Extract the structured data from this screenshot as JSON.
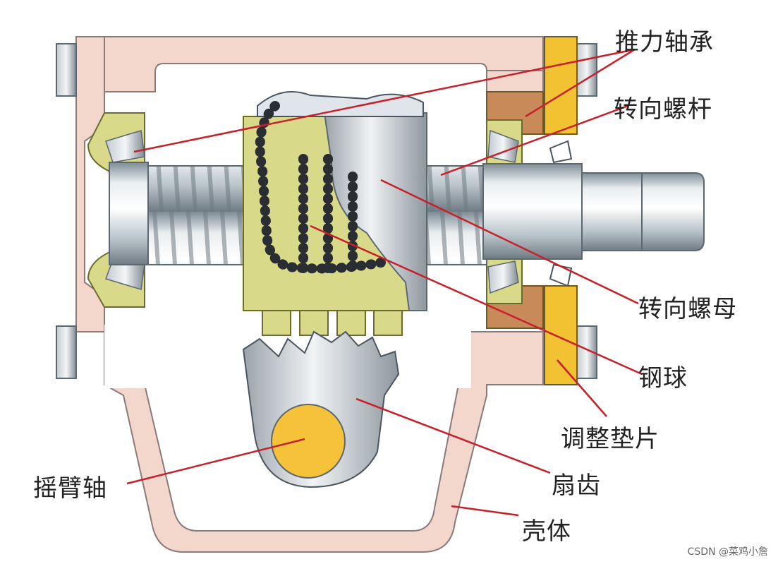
{
  "labels": {
    "thrust_bearing": "推力轴承",
    "steering_screw": "转向螺杆",
    "steering_nut": "转向螺母",
    "steel_ball": "钢球",
    "adjust_shim": "调整垫片",
    "pitman_shaft": "摇臂轴",
    "sector_gear": "扇齿",
    "housing": "壳体"
  },
  "watermark": "CSDN @菜鸡小詹",
  "colors": {
    "housing": "#f3d7cc",
    "housing_stroke": "#8a7a78",
    "bearing": "#d9d98a",
    "shim": "#f2c233",
    "shim_brown": "#c98a5a",
    "metal_light": "#e8eef2",
    "metal_dark": "#8e9aa3",
    "leader": "#c8202a",
    "shaft_yellow": "#f5c23a"
  }
}
